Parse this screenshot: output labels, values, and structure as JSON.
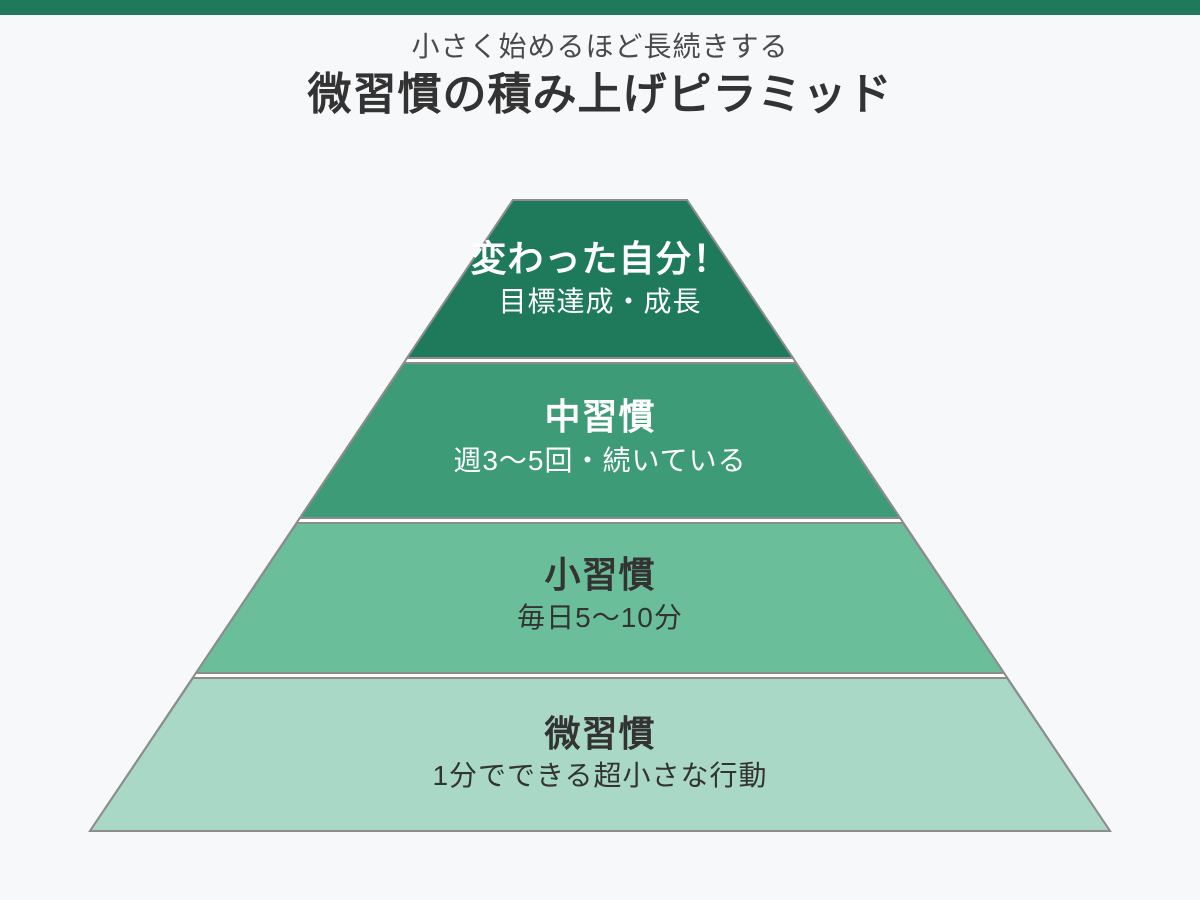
{
  "page": {
    "background_color": "#F7F8FA",
    "accent_bar_color": "#1E7A5B"
  },
  "header": {
    "subtitle": "小さく始めるほど長続きする",
    "title": "微習慣の積み上げピラミッド"
  },
  "pyramid": {
    "border_color": "#8C8C8C",
    "separator_color": "#FFFFFF",
    "levels": [
      {
        "label": "変わった自分！",
        "description": "目標達成・成長",
        "color": "#1E7A5B",
        "text_color": "#FFFFFF"
      },
      {
        "label": "中習慣",
        "description": "週3〜5回・続いている",
        "color": "#3D9B77",
        "text_color": "#FFFFFF"
      },
      {
        "label": "小習慣",
        "description": "毎日5〜10分",
        "color": "#6ABF9A",
        "text_color": "#333333"
      },
      {
        "label": "微習慣",
        "description": "1分でできる超小さな行動",
        "color": "#A9D8C6",
        "text_color": "#333333"
      }
    ]
  }
}
